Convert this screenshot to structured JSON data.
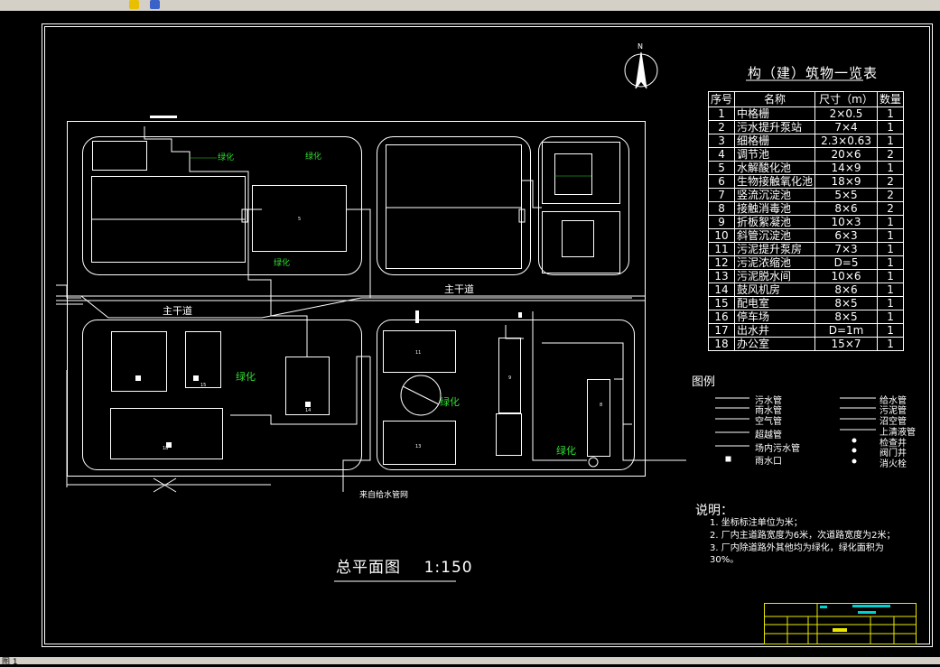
{
  "window": {
    "toolbar_icons": [
      "yellow-tool-icon",
      "blue-tool-icon"
    ]
  },
  "table": {
    "title": "构（建）筑物一览表",
    "headers": [
      "序号",
      "名称",
      "尺寸（m）",
      "数量"
    ],
    "rows": [
      [
        "1",
        "中格栅",
        "2×0.5",
        "1"
      ],
      [
        "2",
        "污水提升泵站",
        "7×4",
        "1"
      ],
      [
        "3",
        "细格栅",
        "2.3×0.63",
        "1"
      ],
      [
        "4",
        "调节池",
        "20×6",
        "2"
      ],
      [
        "5",
        "水解酸化池",
        "14×9",
        "1"
      ],
      [
        "6",
        "生物接触氧化池",
        "18×9",
        "2"
      ],
      [
        "7",
        "竖流沉淀池",
        "5×5",
        "2"
      ],
      [
        "8",
        "接触消毒池",
        "8×6",
        "2"
      ],
      [
        "9",
        "折板絮凝池",
        "10×3",
        "1"
      ],
      [
        "10",
        "斜管沉淀池",
        "6×3",
        "1"
      ],
      [
        "11",
        "污泥提升泵房",
        "7×3",
        "1"
      ],
      [
        "12",
        "污泥浓缩池",
        "D=5",
        "1"
      ],
      [
        "13",
        "污泥脱水间",
        "10×6",
        "1"
      ],
      [
        "14",
        "鼓风机房",
        "8×6",
        "1"
      ],
      [
        "15",
        "配电室",
        "8×5",
        "1"
      ],
      [
        "16",
        "停车场",
        "8×5",
        "1"
      ],
      [
        "17",
        "出水井",
        "D=1m",
        "1"
      ],
      [
        "18",
        "办公室",
        "15×7",
        "1"
      ]
    ]
  },
  "legend": {
    "title": "图例",
    "left": [
      "污水管",
      "雨水管",
      "空气管",
      "超越管",
      "场内污水管",
      "雨水口"
    ],
    "right": [
      "给水管",
      "污泥管",
      "沼空管",
      "上清液管",
      "检查井",
      "阀门井",
      "消火栓"
    ]
  },
  "notes": {
    "title": "说明：",
    "items": [
      "1. 坐标标注单位为米；",
      "2. 厂内主道路宽度为6米，次道路宽度为2米；",
      "3. 厂内除道路外其他均为绿化，绿化面积为",
      "30%。"
    ]
  },
  "plan": {
    "title": "总平面图    1:150",
    "north": "N",
    "road_main_1": "主干道",
    "road_main_2": "主干道",
    "green_labels": [
      "绿化",
      "绿化",
      "绿化",
      "绿化",
      "绿化",
      "绿化"
    ],
    "water_in": "来自给水管网",
    "unit_numbers": [
      "11",
      "13",
      "14",
      "15",
      "18",
      "9",
      "8",
      "5"
    ]
  },
  "status": {
    "text": "图 1"
  }
}
